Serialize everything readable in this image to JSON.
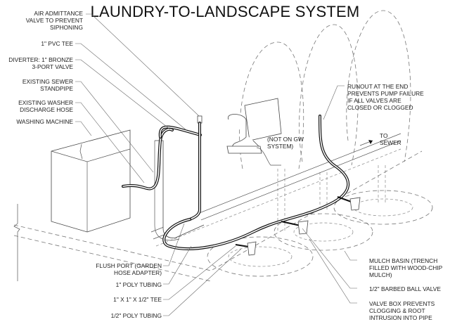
{
  "title": "LAUNDRY-TO-LANDSCAPE SYSTEM",
  "labels_left": [
    {
      "id": "air-admittance-valve",
      "text": "AIR ADMITTANCE\nVALVE TO PREVENT\nSIPHONING"
    },
    {
      "id": "pvc-tee",
      "text": "1\" PVC TEE"
    },
    {
      "id": "diverter-valve",
      "text": "DIVERTER: 1\" BRONZE\n3-PORT VALVE"
    },
    {
      "id": "sewer-standpipe",
      "text": "EXISTING SEWER\nSTANDPIPE"
    },
    {
      "id": "washer-discharge-hose",
      "text": "EXISTING WASHER\nDISCHARGE HOSE"
    },
    {
      "id": "washing-machine",
      "text": "WASHING MACHINE"
    }
  ],
  "labels_bottom_left": [
    {
      "id": "flush-port",
      "text": "FLUSH PORT (GARDEN\nHOSE ADAPTER)"
    },
    {
      "id": "poly-tubing-1in",
      "text": "1\" POLY TUBING"
    },
    {
      "id": "tee-1x1x05",
      "text": "1\" X 1\" X 1/2\" TEE"
    },
    {
      "id": "poly-tubing-half",
      "text": "1/2\" POLY TUBING"
    }
  ],
  "labels_right": [
    {
      "id": "runout",
      "text": "RUNOUT AT THE END\nPREVENTS PUMP FAILURE\nIF ALL VALVES ARE\nCLOSED OR CLOGGED"
    },
    {
      "id": "to-sewer",
      "text": "TO\nSEWER"
    },
    {
      "id": "toilet-note",
      "text": "(NOT ON GW\nSYSTEM)"
    },
    {
      "id": "mulch-basin",
      "text": "MULCH BASIN (TRENCH\nFILLED WITH WOOD-CHIP\nMULCH)"
    },
    {
      "id": "ball-valve",
      "text": "1/2\" BARBED BALL VALVE"
    },
    {
      "id": "valve-box",
      "text": "VALVE BOX PREVENTS\nCLOGGING & ROOT\nINTRUSION INTO PIPE"
    }
  ]
}
